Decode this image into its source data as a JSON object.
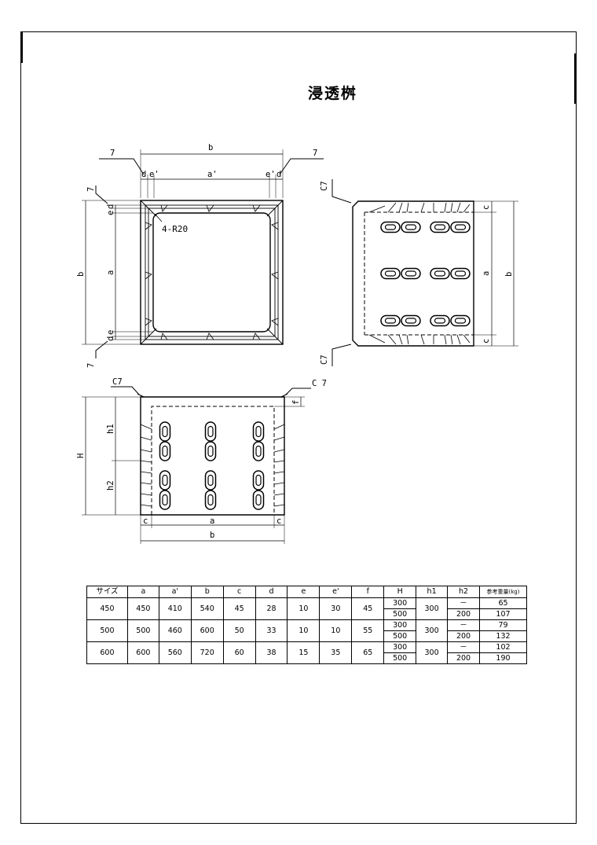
{
  "title": "浸透桝",
  "drawing": {
    "plan": {
      "dim_b": "b",
      "dim_d_left": "d",
      "dim_e_prime_left": "e'",
      "dim_a_prime": "a'",
      "dim_e_prime_right": "e'",
      "dim_d_right": "d",
      "leader_left_7": "7",
      "leader_right_7": "7",
      "left_dim_b": "b",
      "left_dim_a": "a",
      "left_dim_e_top": "e",
      "left_dim_d_top": "d",
      "left_dim_e_bottom": "e",
      "left_dim_d_bottom": "d",
      "left_leader_top_7": "7",
      "left_leader_bottom_7": "7",
      "corner_radius": "4-R20"
    },
    "side": {
      "c7_top": "C7",
      "c7_bottom": "C7",
      "dim_c_top": "c",
      "dim_a": "a",
      "dim_c_bottom": "c",
      "dim_b": "b"
    },
    "front": {
      "c7_left": "C7",
      "c7_right": "C 7",
      "dim_f": "f",
      "dim_h1": "h1",
      "dim_H": "H",
      "dim_h2": "h2",
      "dim_c_left": "c",
      "dim_a": "a",
      "dim_c_right": "c",
      "dim_b": "b"
    }
  },
  "table": {
    "headers": {
      "size": "サイズ",
      "a": "a",
      "a_prime": "a'",
      "b": "b",
      "c": "c",
      "d": "d",
      "e": "e",
      "e_prime": "e'",
      "f": "f",
      "H": "H",
      "h1": "h1",
      "h2": "h2",
      "weight": "参考重量(kg)"
    },
    "rows": [
      {
        "size": "450",
        "a": "450",
        "a_prime": "410",
        "b": "540",
        "c": "45",
        "d": "28",
        "e": "10",
        "e_prime": "30",
        "f": "45",
        "H1": "300",
        "H2": "500",
        "h1": "300",
        "h2_1": "－",
        "h2_2": "200",
        "w1": "65",
        "w2": "107"
      },
      {
        "size": "500",
        "a": "500",
        "a_prime": "460",
        "b": "600",
        "c": "50",
        "d": "33",
        "e": "10",
        "e_prime": "10",
        "f": "55",
        "H1": "300",
        "H2": "500",
        "h1": "300",
        "h2_1": "－",
        "h2_2": "200",
        "w1": "79",
        "w2": "132"
      },
      {
        "size": "600",
        "a": "600",
        "a_prime": "560",
        "b": "720",
        "c": "60",
        "d": "38",
        "e": "15",
        "e_prime": "35",
        "f": "65",
        "H1": "300",
        "H2": "500",
        "h1": "300",
        "h2_1": "－",
        "h2_2": "200",
        "w1": "102",
        "w2": "190"
      }
    ]
  }
}
